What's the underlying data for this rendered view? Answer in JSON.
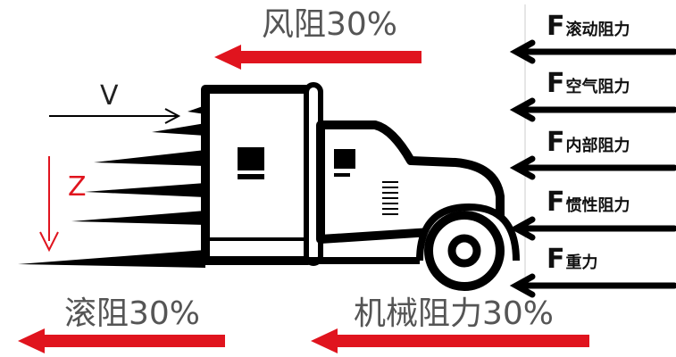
{
  "resistances": {
    "wind": "风阻30%",
    "rolling": "滚阻30%",
    "mechanical": "机械阻力30%"
  },
  "axes": {
    "v": "V",
    "z": "Z"
  },
  "forces": [
    {
      "symbol": "F",
      "name": "滚动阻力"
    },
    {
      "symbol": "F",
      "name": "空气阻力"
    },
    {
      "symbol": "F",
      "name": "内部阻力"
    },
    {
      "symbol": "F",
      "name": "惯性阻力"
    },
    {
      "symbol": "F",
      "name": "重力"
    }
  ],
  "colors": {
    "accent": "#e0141e",
    "ink": "#000000",
    "text": "#555555"
  }
}
